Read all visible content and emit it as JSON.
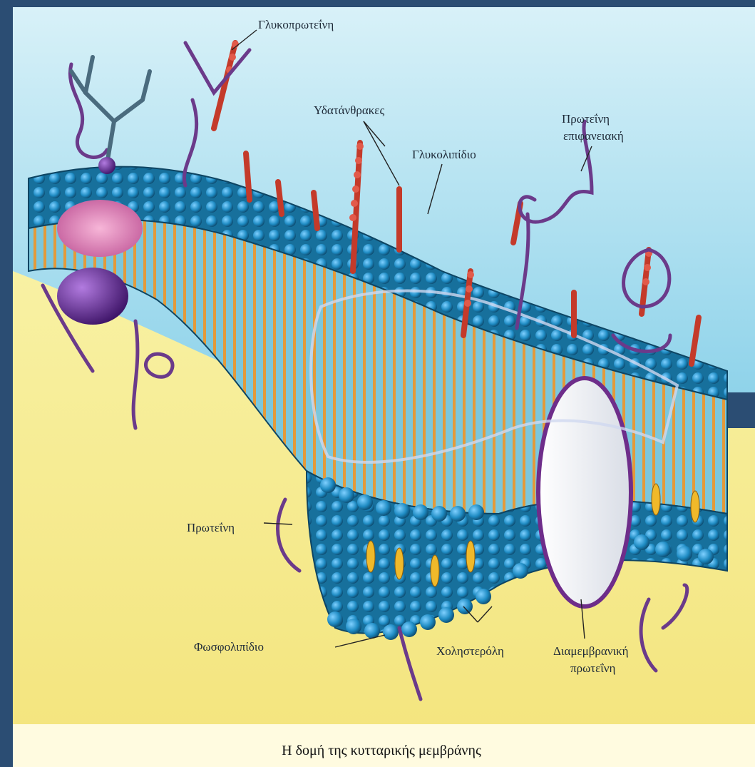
{
  "labels": {
    "glycoprotein_top": "Γλυκοπρωτεΐνη",
    "carbohydrates": "Υδατάνθρακες",
    "glycolipid": "Γλυκολιπίδιο",
    "peripheral_protein_l1": "Πρωτεΐνη",
    "peripheral_protein_l2": "επιφανειακή",
    "protein": "Πρωτεΐνη",
    "phospholipid": "Φωσφολιπίδιο",
    "cholesterol": "Χοληστερόλη",
    "transmembrane_l1": "Διαμεμβρανική",
    "transmembrane_l2": "πρωτεΐνη"
  },
  "caption": "Η δομή της κυτταρικής μεμβράνης",
  "colors": {
    "frame": "#2b4d73",
    "sky": "#bfe6f2",
    "cytoplasm": "#f6ec8f",
    "head": "#1f8cc4",
    "membrane_dark": "#145a7e",
    "tail": "#e39a3a",
    "chain": "#c43a2a",
    "protein_violet": "#5b2a86"
  }
}
